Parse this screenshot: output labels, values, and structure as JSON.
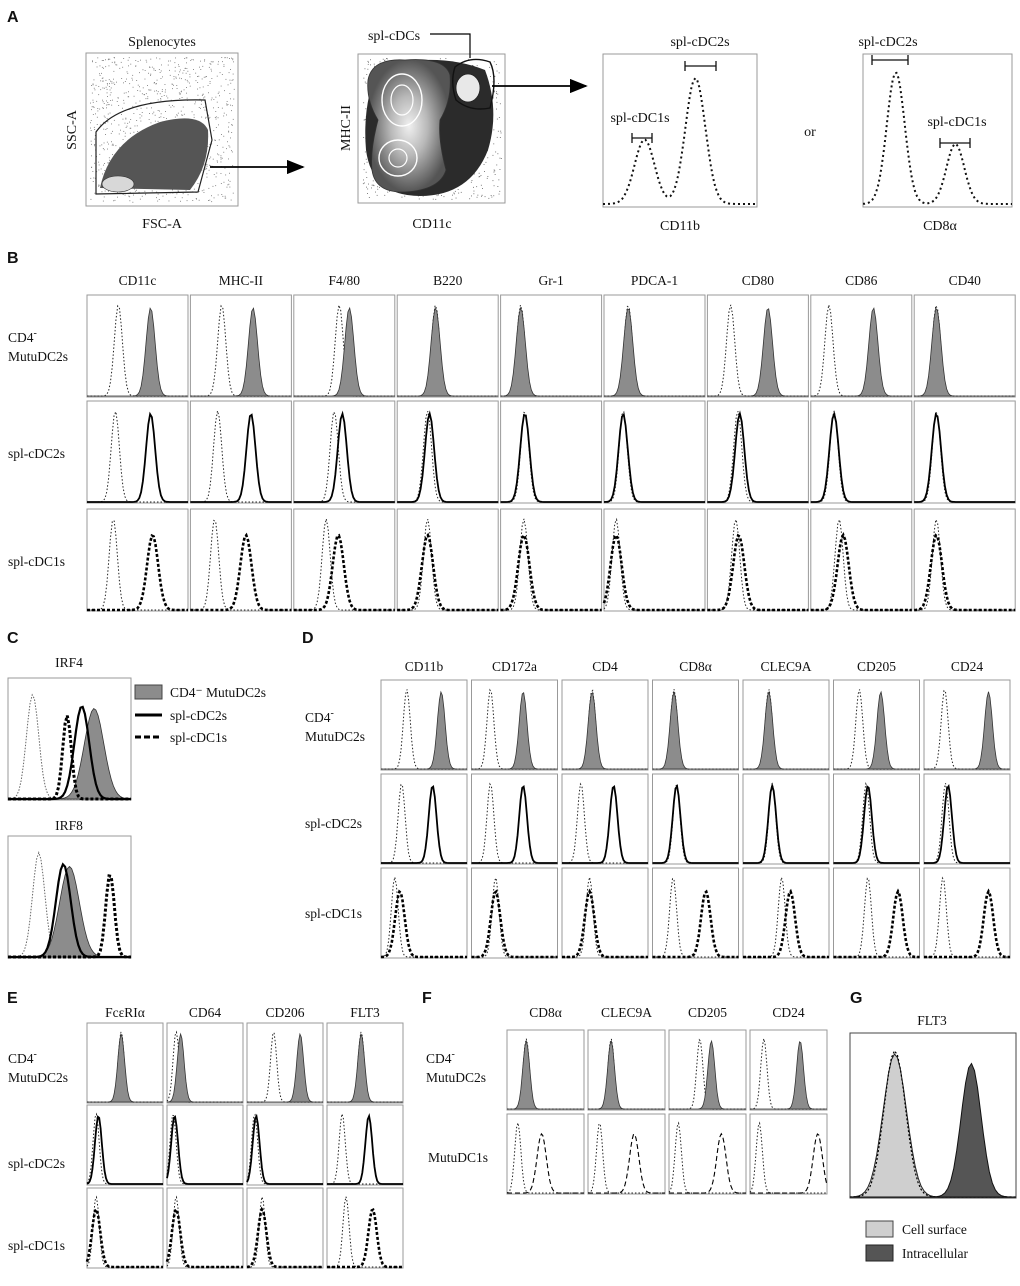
{
  "panels": {
    "A": {
      "letter": "A",
      "plot1_title": "Splenocytes",
      "plot1_xlabel": "FSC-A",
      "plot1_ylabel": "SSC-A",
      "plot2_gate": "spl-cDCs",
      "plot2_xlabel": "CD11c",
      "plot2_ylabel": "MHC-II",
      "plot3_xlabel": "CD11b",
      "plot3_peak1": "spl-cDC1s",
      "plot3_peak2": "spl-cDC2s",
      "or": "or",
      "plot4_xlabel": "CD8α",
      "plot4_peak1": "spl-cDC2s",
      "plot4_peak2": "spl-cDC1s"
    },
    "B": {
      "letter": "B",
      "columns": [
        "CD11c",
        "MHC-II",
        "F4/80",
        "B220",
        "Gr-1",
        "PDCA-1",
        "CD80",
        "CD86",
        "CD40"
      ],
      "row1_a": "CD4",
      "row1_sup": "-",
      "row1_b": "MutuDC2s",
      "row2": "spl-cDC2s",
      "row3": "spl-cDC1s"
    },
    "C": {
      "letter": "C",
      "plot1": "IRF4",
      "plot2": "IRF8",
      "legend": [
        "CD4⁻ MutuDC2s",
        "spl-cDC2s",
        "spl-cDC1s"
      ]
    },
    "D": {
      "letter": "D",
      "columns": [
        "CD11b",
        "CD172a",
        "CD4",
        "CD8α",
        "CLEC9A",
        "CD205",
        "CD24"
      ],
      "row1_a": "CD4",
      "row1_sup": "-",
      "row1_b": "MutuDC2s",
      "row2": "spl-cDC2s",
      "row3": "spl-cDC1s"
    },
    "E": {
      "letter": "E",
      "columns": [
        "FcεRIα",
        "CD64",
        "CD206",
        "FLT3"
      ],
      "row1_a": "CD4",
      "row1_sup": "-",
      "row1_b": "MutuDC2s",
      "row2": "spl-cDC2s",
      "row3": "spl-cDC1s"
    },
    "F": {
      "letter": "F",
      "columns": [
        "CD8α",
        "CLEC9A",
        "CD205",
        "CD24"
      ],
      "row1_a": "CD4",
      "row1_sup": "-",
      "row1_b": "MutuDC2s",
      "row2": "MutuDC1s"
    },
    "G": {
      "letter": "G",
      "title": "FLT3",
      "legend": [
        "Cell surface",
        "Intracellular"
      ]
    }
  },
  "colors": {
    "filled_histogram": "#8c8c8c",
    "cell_surface": "#cfcfcf",
    "intracellular": "#555555",
    "frame": "#999999"
  },
  "chart_data": {
    "type": "histogram",
    "histogram_peaks": {
      "B": {
        "CD4- MutuDC2s": {
          "CD11c": [
            0.31,
            0.63
          ],
          "MHC-II": [
            0.31,
            0.62
          ],
          "F4/80": [
            0.45,
            0.55
          ],
          "B220": [
            0.38,
            0.38
          ],
          "Gr-1": [
            0.2,
            0.2
          ],
          "PDCA-1": [
            0.24,
            0.24
          ],
          "CD80": [
            0.23,
            0.6
          ],
          "CD86": [
            0.18,
            0.62
          ],
          "CD40": [
            0.22,
            0.22
          ]
        },
        "spl-cDC2s": {
          "CD11c": [
            0.28,
            0.63
          ],
          "MHC-II": [
            0.27,
            0.6
          ],
          "F4/80": [
            0.4,
            0.48
          ],
          "B220": [
            0.3,
            0.32
          ],
          "Gr-1": [
            0.24,
            0.24
          ],
          "PDCA-1": [
            0.19,
            0.19
          ],
          "CD80": [
            0.3,
            0.32
          ],
          "CD86": [
            0.23,
            0.23
          ],
          "CD40": [
            0.22,
            0.22
          ]
        },
        "spl-cDC1s": {
          "CD11c": [
            0.26,
            0.65
          ],
          "MHC-II": [
            0.24,
            0.55
          ],
          "F4/80": [
            0.32,
            0.44
          ],
          "B220": [
            0.3,
            0.3
          ],
          "Gr-1": [
            0.23,
            0.23
          ],
          "PDCA-1": [
            0.12,
            0.12
          ],
          "CD80": [
            0.28,
            0.31
          ],
          "CD86": [
            0.28,
            0.32
          ],
          "CD40": [
            0.22,
            0.22
          ]
        }
      },
      "C": {
        "IRF4": {
          "isotype": 0.2,
          "CD4- MutuDC2s": 0.7,
          "spl-cDC2s": 0.6,
          "spl-cDC1s": 0.48
        },
        "IRF8": {
          "isotype": 0.25,
          "CD4- MutuDC2s": 0.5,
          "spl-cDC2s": 0.45,
          "spl-cDC1s": 0.83
        }
      },
      "D": {
        "CD4- MutuDC2s": {
          "CD11b": [
            0.3,
            0.7
          ],
          "CD172a": [
            0.22,
            0.6
          ],
          "CD4": [
            0.35,
            0.35
          ],
          "CD8α": [
            0.25,
            0.25
          ],
          "CLEC9A": [
            0.3,
            0.3
          ],
          "CD205": [
            0.3,
            0.55
          ],
          "CD24": [
            0.24,
            0.75
          ]
        },
        "spl-cDC2s": {
          "CD11b": [
            0.24,
            0.6
          ],
          "CD172a": [
            0.22,
            0.6
          ],
          "CD4": [
            0.22,
            0.6
          ],
          "CD8α": [
            0.28,
            0.28
          ],
          "CLEC9A": [
            0.34,
            0.34
          ],
          "CD205": [
            0.38,
            0.4
          ],
          "CD24": [
            0.25,
            0.28
          ]
        },
        "spl-cDC1s": {
          "CD11b": [
            0.16,
            0.22
          ],
          "CD172a": [
            0.28,
            0.28
          ],
          "CD4": [
            0.32,
            0.32
          ],
          "CD8α": [
            0.24,
            0.62
          ],
          "CLEC9A": [
            0.45,
            0.55
          ],
          "CD205": [
            0.4,
            0.75
          ],
          "CD24": [
            0.22,
            0.75
          ]
        }
      },
      "E": {
        "CD4- MutuDC2s": {
          "FcεRIα": [
            0.45,
            0.45
          ],
          "CD64": [
            0.12,
            0.18
          ],
          "CD206": [
            0.35,
            0.7
          ],
          "FLT3": [
            0.45,
            0.45
          ]
        },
        "spl-cDC2s": {
          "FcεRIα": [
            0.12,
            0.15
          ],
          "CD64": [
            0.08,
            0.1
          ],
          "CD206": [
            0.1,
            0.12
          ],
          "FLT3": [
            0.2,
            0.55
          ]
        },
        "spl-cDC1s": {
          "FcεRIα": [
            0.12,
            0.12
          ],
          "CD64": [
            0.12,
            0.12
          ],
          "CD206": [
            0.2,
            0.2
          ],
          "FLT3": [
            0.25,
            0.6
          ]
        }
      },
      "F": {
        "CD4- MutuDC2s": {
          "CD8α": [
            0.25,
            0.25
          ],
          "CLEC9A": [
            0.3,
            0.3
          ],
          "CD205": [
            0.4,
            0.55
          ],
          "CD24": [
            0.18,
            0.65
          ]
        },
        "MutuDC1s": {
          "CD8α": [
            0.14,
            0.45
          ],
          "CLEC9A": [
            0.15,
            0.6
          ],
          "CD205": [
            0.12,
            0.68
          ],
          "CD24": [
            0.12,
            0.88
          ]
        }
      },
      "G": {
        "FLT3": {
          "Cell surface": 0.27,
          "Intracellular": 0.73
        }
      }
    }
  }
}
